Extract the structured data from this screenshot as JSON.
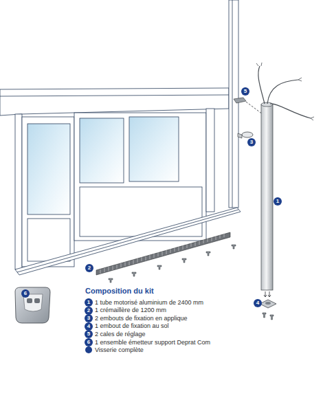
{
  "diagram": {
    "title": "Composition du kit",
    "labels": [
      "5",
      "3",
      "1",
      "2",
      "6",
      "4",
      "1",
      "1 tube motorisé aluminium de 2400 mm",
      "2",
      "1 crémaillère de 1200 mm",
      "3",
      "2 embouts de fixation en applique",
      "4",
      "1 embout de fixation au sol",
      "5",
      "2 cales de réglage",
      "6",
      "1 ensemble émetteur support Deprat Com",
      "Visserie complète"
    ]
  }
}
